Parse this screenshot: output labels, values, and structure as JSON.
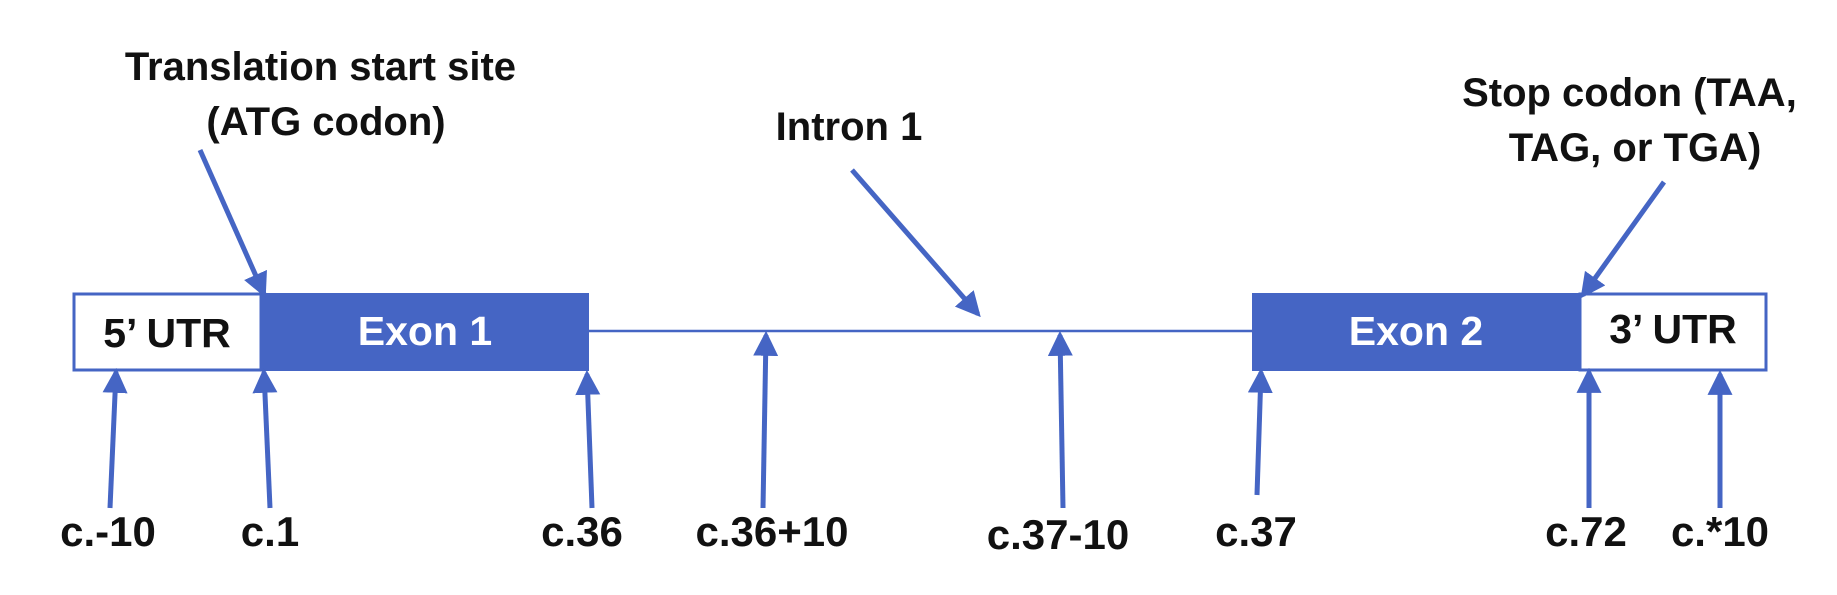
{
  "colors": {
    "exon_fill": "#4565C4",
    "utr_border": "#4565C4",
    "utr_fill": "#FFFFFF",
    "arrow": "#4565C4",
    "intron_line": "#4565C4",
    "exon_text": "#FFFFFF",
    "utr_text": "#111111",
    "label_text": "#111111"
  },
  "regions": {
    "utr5": "5’ UTR",
    "exon1": "Exon 1",
    "exon2": "Exon 2",
    "utr3": "3’ UTR"
  },
  "callouts": {
    "start_site": [
      "Translation start site",
      "(ATG codon)"
    ],
    "intron": "Intron 1",
    "stop_codon": [
      "Stop codon (TAA,",
      "TAG, or TGA)"
    ]
  },
  "positions": {
    "p1": "c.-10",
    "p2": "c.1",
    "p3": "c.36",
    "p4": "c.36+10",
    "p5": "c.37-10",
    "p6": "c.37",
    "p7": "c.72",
    "p8": "c.*10"
  }
}
